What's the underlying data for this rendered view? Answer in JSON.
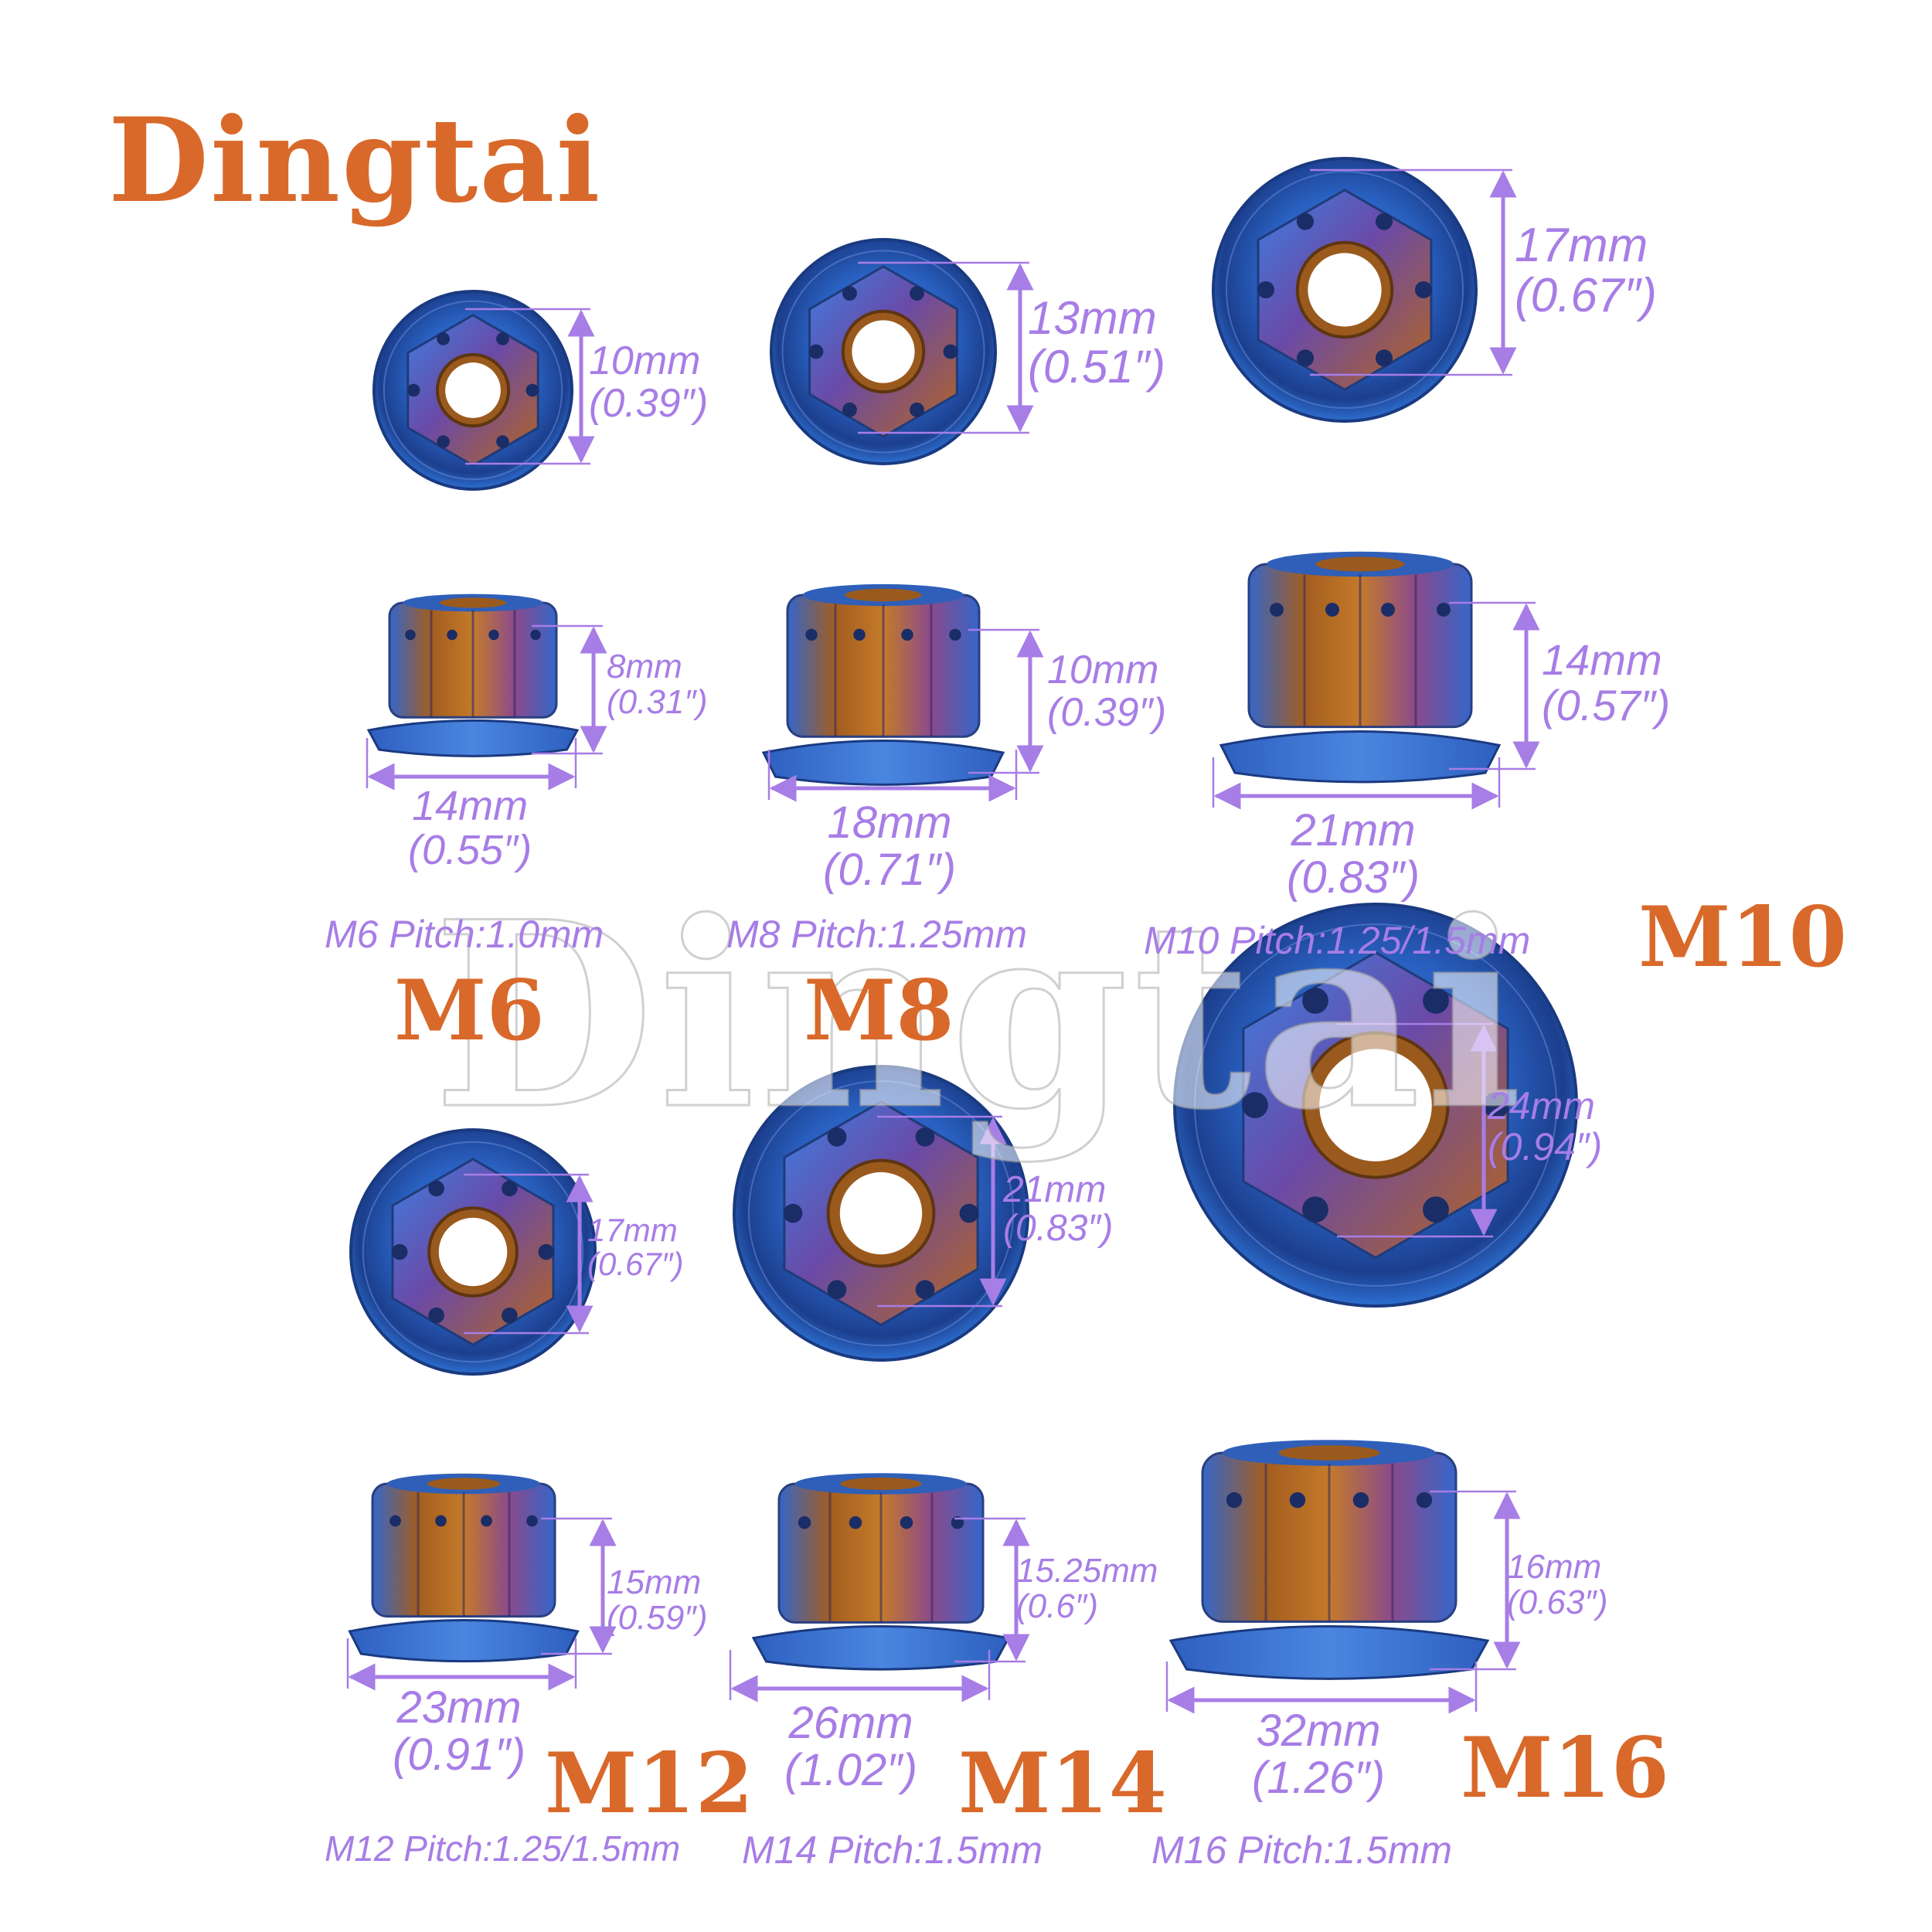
{
  "brand": "Dingtai",
  "watermark": "Dingtai",
  "colors": {
    "brand": "#d9692a",
    "dimension": "#a77de6",
    "nut_blue": "#2f5fb8",
    "nut_bronze": "#9a5a1e"
  },
  "sizes": [
    {
      "label": "M6",
      "pitch": "M6 Pitch:1.0mm",
      "top_dim": [
        "10mm",
        "(0.39″)"
      ],
      "side_height": [
        "8mm",
        "(0.31″)"
      ],
      "side_width": [
        "14mm",
        "(0.55″)"
      ]
    },
    {
      "label": "M8",
      "pitch": "M8 Pitch:1.25mm",
      "top_dim": [
        "13mm",
        "(0.51″)"
      ],
      "side_height": [
        "10mm",
        "(0.39″)"
      ],
      "side_width": [
        "18mm",
        "(0.71″)"
      ]
    },
    {
      "label": "M10",
      "pitch": "M10 Pitch:1.25/1.5mm",
      "top_dim": [
        "17mm",
        "(0.67″)"
      ],
      "side_height": [
        "14mm",
        "(0.57″)"
      ],
      "side_width": [
        "21mm",
        "(0.83″)"
      ]
    },
    {
      "label": "M12",
      "pitch": "M12 Pitch:1.25/1.5mm",
      "top_dim": [
        "17mm",
        "(0.67″)"
      ],
      "side_height": [
        "15mm",
        "(0.59″)"
      ],
      "side_width": [
        "23mm",
        "(0.91″)"
      ]
    },
    {
      "label": "M14",
      "pitch": "M14 Pitch:1.5mm",
      "top_dim": [
        "21mm",
        "(0.83″)"
      ],
      "side_height": [
        "15.25mm",
        "(0.6″)"
      ],
      "side_width": [
        "26mm",
        "(1.02″)"
      ]
    },
    {
      "label": "M16",
      "pitch": "M16 Pitch:1.5mm",
      "top_dim": [
        "24mm",
        "(0.94″)"
      ],
      "side_height": [
        "16mm",
        "(0.63″)"
      ],
      "side_width": [
        "32mm",
        "(1.26″)"
      ]
    }
  ]
}
